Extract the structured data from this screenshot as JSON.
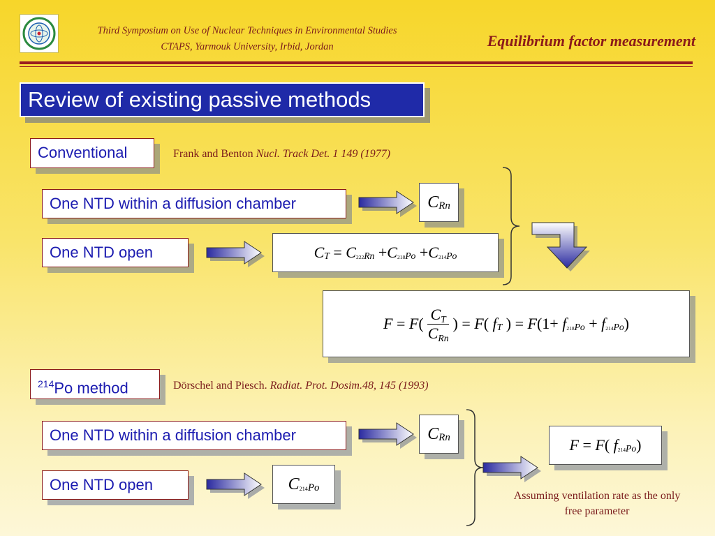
{
  "header": {
    "line1": "Third Symposium on Use of  Nuclear Techniques in Environmental Studies",
    "line2": "CTAPS, Yarmouk University, Irbid, Jordan",
    "title": "Equilibrium factor measurement"
  },
  "banner": "Review of existing passive methods",
  "section1": {
    "label": "Conventional",
    "ref_plain": "Frank and Benton ",
    "ref_italic": "Nucl. Track Det. 1 149 (1977)",
    "row1": "One NTD within a diffusion chamber",
    "row2": "One NTD open"
  },
  "section2": {
    "label_sup": "214",
    "label": "Po method",
    "ref_plain": "Dörschel and Piesch. ",
    "ref_italic": "Radiat. Prot. Dosim.48, 145 (1993)",
    "row1": "One NTD within a diffusion chamber",
    "row2": "One NTD open",
    "note": "Assuming ventilation rate as the only free parameter"
  },
  "colors": {
    "banner": "#1f2aa8",
    "text": "#1b1bb0",
    "header": "#8b1a1a"
  }
}
